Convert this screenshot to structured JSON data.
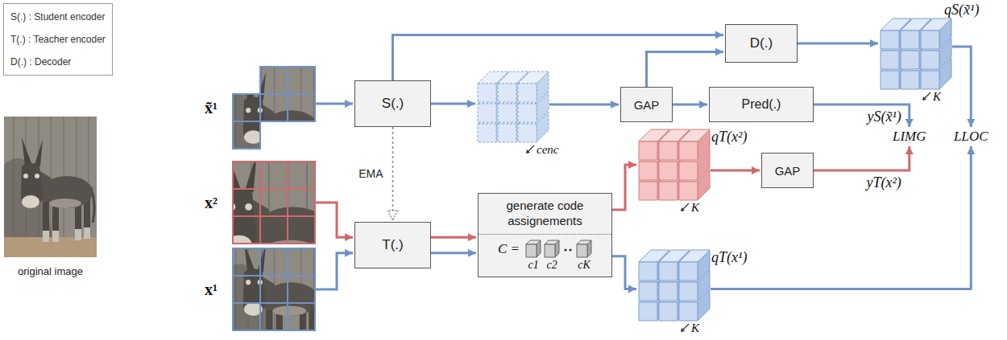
{
  "diagram": {
    "nodes": [
      {
        "text": [
          "S(.) : Student encoder",
          "T(.) : Teacher encoder",
          "D(.) : Decoder"
        ]
      },
      {
        "text": [
          "x̃¹"
        ]
      },
      {
        "text": [
          "x²"
        ]
      },
      {
        "text": [
          "x¹"
        ]
      },
      {
        "text": [
          "S(.)"
        ]
      },
      {
        "text": [
          "T(.)"
        ]
      },
      {
        "text": [
          "cenc"
        ]
      },
      {
        "text": [
          "generate code assignements",
          "C =",
          "c1",
          "c2",
          "cK"
        ]
      },
      {
        "text": [
          "GAP"
        ]
      },
      {
        "text": [
          "D(.)"
        ]
      },
      {
        "text": [
          "Pred(.)"
        ]
      },
      {
        "text": [
          "qS(x̃¹)",
          "K"
        ]
      },
      {
        "text": [
          "qT(x²)",
          "K"
        ]
      },
      {
        "text": [
          "GAP"
        ]
      },
      {
        "text": [
          "qT(x¹)",
          "K"
        ]
      },
      {
        "text": [
          "LIMG"
        ]
      },
      {
        "text": [
          "LLOC"
        ]
      }
    ],
    "edges": [
      {
        "from": 1,
        "to": 4,
        "arrow": "to"
      },
      {
        "from": 2,
        "to": 5,
        "arrow": "to"
      },
      {
        "from": 3,
        "to": 5,
        "arrow": "to"
      },
      {
        "from": 4,
        "to": 5,
        "label": "EMA",
        "arrow": "to"
      },
      {
        "from": 4,
        "to": 6,
        "arrow": "to"
      },
      {
        "from": 4,
        "to": 9,
        "arrow": "to"
      },
      {
        "from": 6,
        "to": 8,
        "arrow": "to"
      },
      {
        "from": 8,
        "to": 9,
        "arrow": "to"
      },
      {
        "from": 8,
        "to": 10,
        "arrow": "to"
      },
      {
        "from": 9,
        "to": 11,
        "arrow": "to"
      },
      {
        "from": 10,
        "to": 15,
        "label": "yS(x̃¹)",
        "arrow": "to"
      },
      {
        "from": 11,
        "to": 16,
        "arrow": "to"
      },
      {
        "from": 5,
        "to": 7,
        "arrow": "to"
      },
      {
        "from": 5,
        "to": 7,
        "arrow": "to"
      },
      {
        "from": 7,
        "to": 12,
        "arrow": "to"
      },
      {
        "from": 7,
        "to": 14,
        "arrow": "to"
      },
      {
        "from": 12,
        "to": 13,
        "arrow": "to"
      },
      {
        "from": 13,
        "to": 15,
        "label": "yT(x²)",
        "arrow": "to"
      },
      {
        "from": 14,
        "to": 16,
        "arrow": "to"
      }
    ],
    "labels": [
      "original image"
    ]
  }
}
